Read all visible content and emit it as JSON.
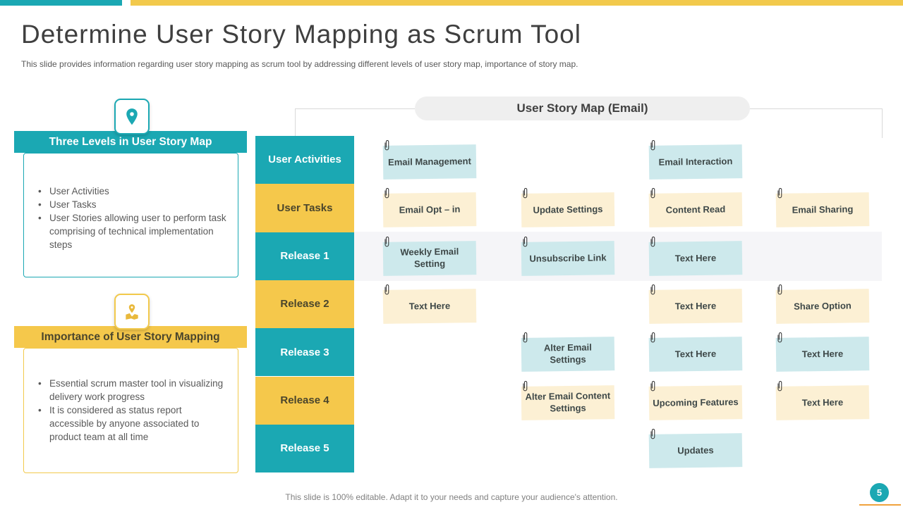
{
  "slide": {
    "title": "Determine User Story Mapping as Scrum Tool",
    "subtitle": "This slide provides information regarding user story mapping as scrum tool by addressing different levels of user story map, importance of story map.",
    "footer": "This slide is 100% editable. Adapt it to your needs and capture your audience's attention.",
    "page_number": "5"
  },
  "colors": {
    "teal": "#1BA8B3",
    "yellow": "#F5C84B",
    "note_blue": "#CDE9EC",
    "note_cream": "#FCF0D4",
    "pill_gray": "#EFEFEF",
    "band_gray": "#F5F5F8",
    "badge_underline": "#F0A23C"
  },
  "left_panels": [
    {
      "title": "Three Levels in User Story Map",
      "icon": "location-pin-icon",
      "theme": "teal",
      "bullets": [
        "User Activities",
        "User Tasks",
        "User Stories allowing user to perform task comprising of technical implementation steps"
      ]
    },
    {
      "title": "Importance of User Story Mapping",
      "icon": "map-pin-icon",
      "theme": "yellow",
      "bullets": [
        "Essential scrum master tool in visualizing delivery work progress",
        "It is considered as status report accessible by anyone associated to product team at all time"
      ]
    }
  ],
  "story_map": {
    "header": "User Story Map (Email)",
    "rows": [
      {
        "label": "User Activities",
        "color": "teal",
        "highlight": false,
        "notes": [
          {
            "col": 0,
            "text": "Email Management",
            "style": "blue"
          },
          {
            "col": 2,
            "text": "Email Interaction",
            "style": "blue"
          }
        ]
      },
      {
        "label": "User Tasks",
        "color": "yellow",
        "highlight": false,
        "notes": [
          {
            "col": 0,
            "text": "Email Opt – in",
            "style": "cream"
          },
          {
            "col": 1,
            "text": "Update Settings",
            "style": "cream"
          },
          {
            "col": 2,
            "text": "Content Read",
            "style": "cream"
          },
          {
            "col": 3,
            "text": "Email Sharing",
            "style": "cream"
          }
        ]
      },
      {
        "label": "Release 1",
        "color": "teal",
        "highlight": true,
        "notes": [
          {
            "col": 0,
            "text": "Weekly Email Setting",
            "style": "blue"
          },
          {
            "col": 1,
            "text": "Unsubscribe Link",
            "style": "blue"
          },
          {
            "col": 2,
            "text": "Text Here",
            "style": "blue"
          }
        ]
      },
      {
        "label": "Release 2",
        "color": "yellow",
        "highlight": false,
        "notes": [
          {
            "col": 0,
            "text": "Text Here",
            "style": "cream"
          },
          {
            "col": 2,
            "text": "Text Here",
            "style": "cream"
          },
          {
            "col": 3,
            "text": "Share Option",
            "style": "cream"
          }
        ]
      },
      {
        "label": "Release 3",
        "color": "teal",
        "highlight": false,
        "notes": [
          {
            "col": 1,
            "text": "Alter Email Settings",
            "style": "blue"
          },
          {
            "col": 2,
            "text": "Text Here",
            "style": "blue"
          },
          {
            "col": 3,
            "text": "Text Here",
            "style": "blue"
          }
        ]
      },
      {
        "label": "Release 4",
        "color": "yellow",
        "highlight": false,
        "notes": [
          {
            "col": 1,
            "text": "Alter Email Content Settings",
            "style": "cream"
          },
          {
            "col": 2,
            "text": "Upcoming Features",
            "style": "cream"
          },
          {
            "col": 3,
            "text": "Text Here",
            "style": "cream"
          }
        ]
      },
      {
        "label": "Release 5",
        "color": "teal",
        "highlight": false,
        "notes": [
          {
            "col": 2,
            "text": "Updates",
            "style": "blue"
          }
        ]
      }
    ]
  }
}
